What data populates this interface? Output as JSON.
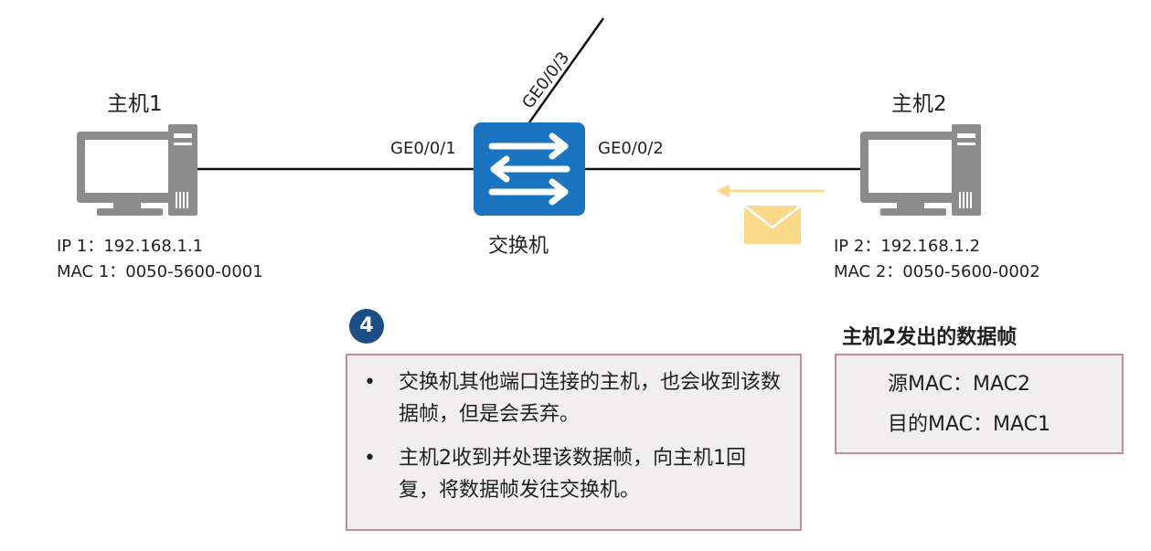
{
  "host1": {
    "name": "主机1",
    "ip": "IP 1：192.168.1.1",
    "mac": "MAC 1：0050-5600-0001"
  },
  "host2": {
    "name": "主机2",
    "ip": "IP 2：192.168.1.2",
    "mac": "MAC 2：0050-5600-0002"
  },
  "switch": {
    "name": "交换机",
    "ports": {
      "left": "GE0/0/1",
      "right": "GE0/0/2",
      "top": "GE0/0/3"
    }
  },
  "step": {
    "number": "4",
    "items": [
      "交换机其他端口连接的主机，也会收到该数据帧，但是会丢弃。",
      "主机2收到并处理该数据帧，向主机1回复，将数据帧发往交换机。"
    ]
  },
  "frame": {
    "title": "主机2发出的数据帧",
    "src": "源MAC：MAC2",
    "dst": "目的MAC：MAC1"
  },
  "colors": {
    "switch": "#1a74bf",
    "host": "#8c8c8c",
    "envelope": "#fbd98a",
    "badge": "#1b4e85",
    "box_border": "#c78a97",
    "box_fill": "#f1eeef"
  },
  "icons": {
    "host": "computer-icon",
    "switch": "switch-arrows-icon",
    "frame": "envelope-icon"
  }
}
